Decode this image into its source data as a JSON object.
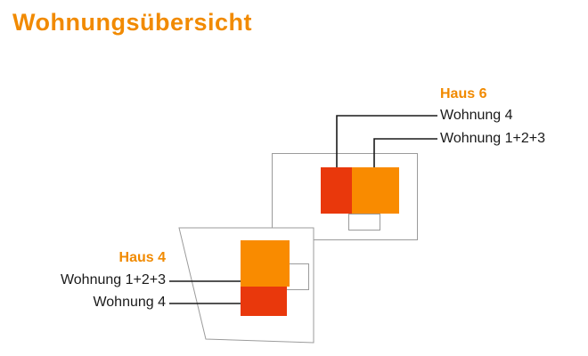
{
  "title": "Wohnungsübersicht",
  "colors": {
    "accent_orange": "#f18a00",
    "apartment_orange": "#f98b00",
    "apartment_red": "#e9380c",
    "outline_gray": "#9b9b9b",
    "line_black": "#1a1a1a"
  },
  "haus6": {
    "label": "Haus 6",
    "apartments": [
      {
        "label": "Wohnung 4"
      },
      {
        "label": "Wohnung 1+2+3"
      }
    ]
  },
  "haus4": {
    "label": "Haus 4",
    "apartments": [
      {
        "label": "Wohnung 1+2+3"
      },
      {
        "label": "Wohnung 4"
      }
    ]
  }
}
